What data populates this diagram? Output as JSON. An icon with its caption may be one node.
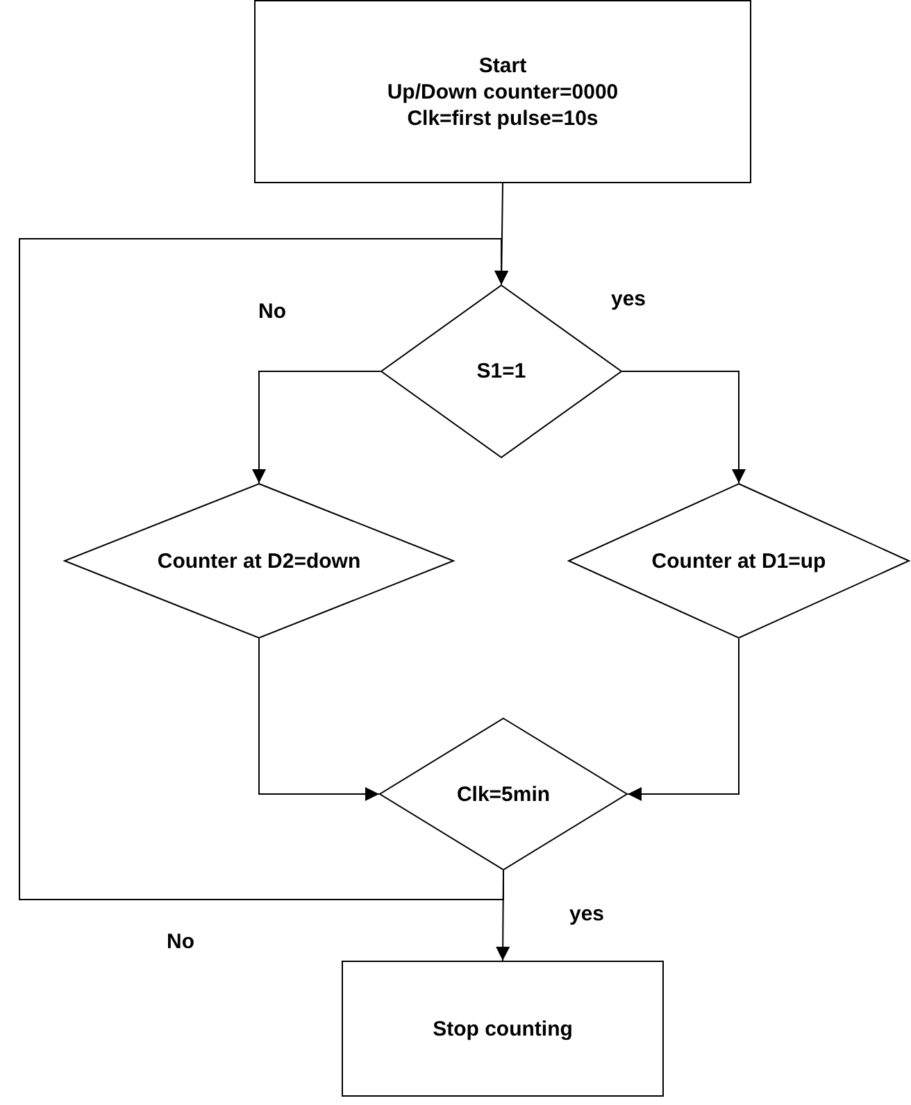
{
  "diagram": {
    "nodes": [
      {
        "text": [
          "Start",
          "Up/Down counter=0000",
          "Clk=first pulse=10s"
        ]
      },
      {
        "text": [
          "S1=1"
        ]
      },
      {
        "text": [
          "Counter at D2=down"
        ]
      },
      {
        "text": [
          "Counter at D1=up"
        ]
      },
      {
        "text": [
          "Clk=5min"
        ]
      },
      {
        "text": [
          "Stop counting"
        ]
      }
    ],
    "edges": [
      {
        "from": 0,
        "to": 1,
        "arrow": "to"
      },
      {
        "from": 1,
        "to": 2,
        "arrow": "to",
        "label": "No"
      },
      {
        "from": 1,
        "to": 3,
        "arrow": "to",
        "label": "yes"
      },
      {
        "from": 2,
        "to": 4,
        "arrow": "to"
      },
      {
        "from": 3,
        "to": 4,
        "arrow": "to"
      },
      {
        "from": 4,
        "to": 5,
        "arrow": "to",
        "label": "yes"
      },
      {
        "from": 4,
        "to": 1,
        "arrow": "to",
        "label": "No"
      }
    ]
  }
}
